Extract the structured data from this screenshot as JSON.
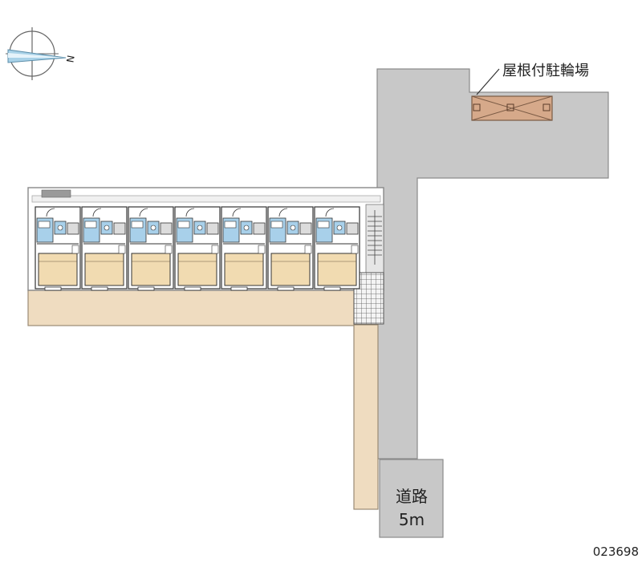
{
  "labels": {
    "bike_parking": "屋根付駐輪場",
    "road_name": "道路",
    "road_width": "5m",
    "property_code": "023698",
    "north_marker": "N"
  },
  "building": {
    "unit_count": 7
  },
  "colors": {
    "paved_area": "#c8c8c8",
    "building_outline": "#888888",
    "floor_tan": "#f1dbb1",
    "wet_area_blue": "#a8d0ea",
    "garden_strip": "#efdcc0",
    "bike_roof": "#d6a98a",
    "compass_fill": "#a9d2e8"
  }
}
